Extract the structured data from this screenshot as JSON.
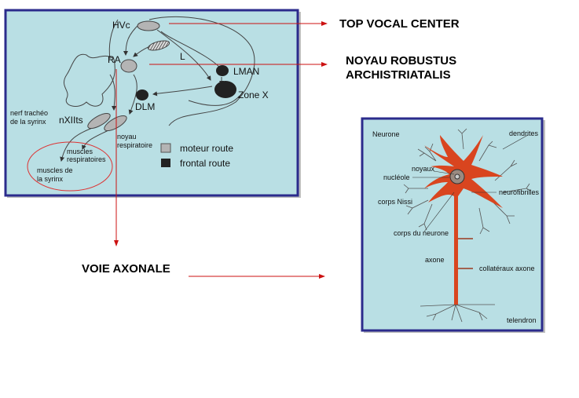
{
  "callouts": {
    "top_vocal_center": "TOP VOCAL CENTER",
    "noyau_line1": "NOYAU ROBUSTUS",
    "noyau_line2": "ARCHISTRIATALIS",
    "voie_axonale": "VOIE AXONALE"
  },
  "brain_diagram": {
    "hvc": "HVc",
    "ra": "RA",
    "l": "L",
    "lman": "LMAN",
    "zone_x": "Zone X",
    "dlm": "DLM",
    "nxiits": "nXIIts",
    "nerf_line1": "nerf trachéo",
    "nerf_line2": "de la syrinx",
    "noyau_resp_line1": "noyau",
    "noyau_resp_line2": "respiratoire",
    "muscles_resp_line1": "muscles",
    "muscles_resp_line2": "respiratoires",
    "muscles_syrinx_line1": "muscles de",
    "muscles_syrinx_line2": "la syrinx",
    "legend": [
      {
        "label": "moteur route",
        "color": "#b4b4b4"
      },
      {
        "label": "frontal route",
        "color": "#222222"
      }
    ]
  },
  "neuron_diagram": {
    "title": "Neurone",
    "dendrites": "dendrites",
    "noyaux": "noyaux",
    "nucleole": "nucléole",
    "neurofibrilles": "neurofibrilles",
    "corps_nissi": "corps Nissi",
    "corps_neurone": "corps du neurone",
    "axone": "axone",
    "collateraux": "collatéraux axone",
    "telendron": "telendron"
  },
  "colors": {
    "panel_bg": "#b9dfe4",
    "panel_border": "#2b2b8c",
    "callout_line": "#cc1111",
    "neuron": "#d9451f"
  }
}
